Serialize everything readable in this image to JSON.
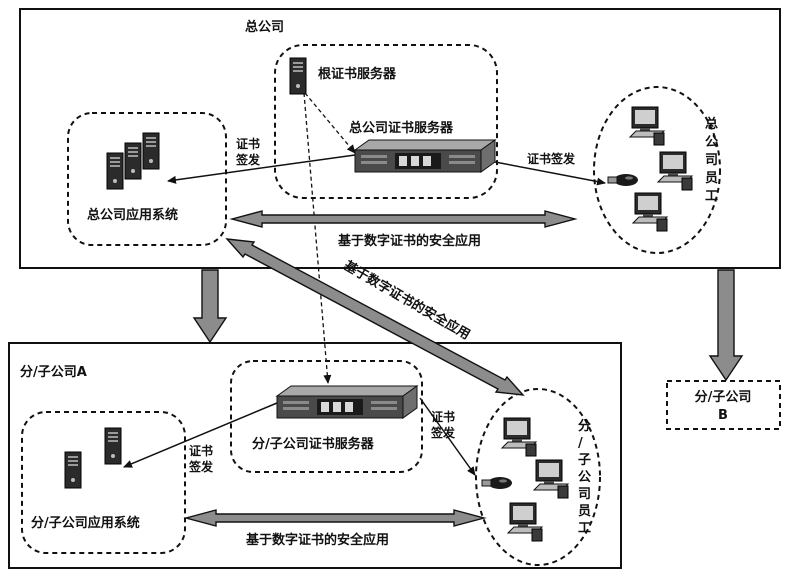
{
  "headquarters": {
    "title": "总公司",
    "root_server_label": "根证书服务器",
    "hq_server_label": "总公司证书服务器",
    "app_system_label": "总公司应用系统",
    "employees_label": "总公司员工",
    "issue_left_line1": "证书",
    "issue_left_line2": "签发",
    "issue_right": "证书签发",
    "secure_app_label": "基于数字证书的安全应用"
  },
  "diagonal_link_label": "基于数字证书的安全应用",
  "subsidiary_a": {
    "title": "分/子公司A",
    "server_label": "分/子公司证书服务器",
    "app_system_label": "分/子公司应用系统",
    "employees_label": "分/子公司员工",
    "issue_left_line1": "证书",
    "issue_left_line2": "签发",
    "issue_right_line1": "证书",
    "issue_right_line2": "签发",
    "secure_app_label": "基于数字证书的安全应用"
  },
  "subsidiary_b": {
    "title_line1": "分/子公司",
    "title_line2": "B"
  },
  "colors": {
    "stroke": "#111111",
    "arrow_fill": "#8c8c8c",
    "device_dark": "#2b2b2b",
    "device_mid": "#6e6e6e",
    "screen": "#cfcfcf"
  }
}
